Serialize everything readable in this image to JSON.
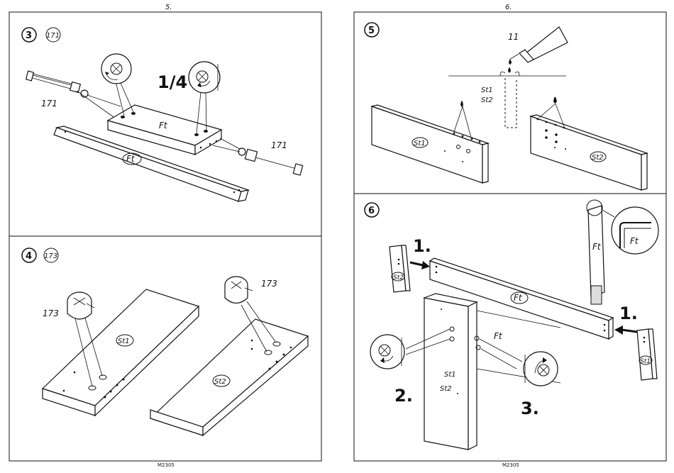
{
  "pages": {
    "left_number": "5.",
    "right_number": "6.",
    "left_code": "M2305",
    "right_code": "M2305"
  },
  "steps": {
    "s3": {
      "number": "3",
      "part": "171",
      "part_label": "171",
      "panel": "Ft",
      "fraction": "1/4"
    },
    "s4": {
      "number": "4",
      "part": "173",
      "part_label": "173",
      "panel_a": "St1",
      "panel_b": "St2"
    },
    "s5": {
      "number": "5",
      "tool": "11",
      "label_a": "St1",
      "label_b": "St2"
    },
    "s6": {
      "number": "6",
      "panel": "Ft",
      "side_a": "St2",
      "side_b": "St1",
      "seq_1": "1.",
      "seq_2": "2.",
      "seq_3": "3.",
      "upright_a": "St1",
      "upright_b": "St2"
    }
  }
}
